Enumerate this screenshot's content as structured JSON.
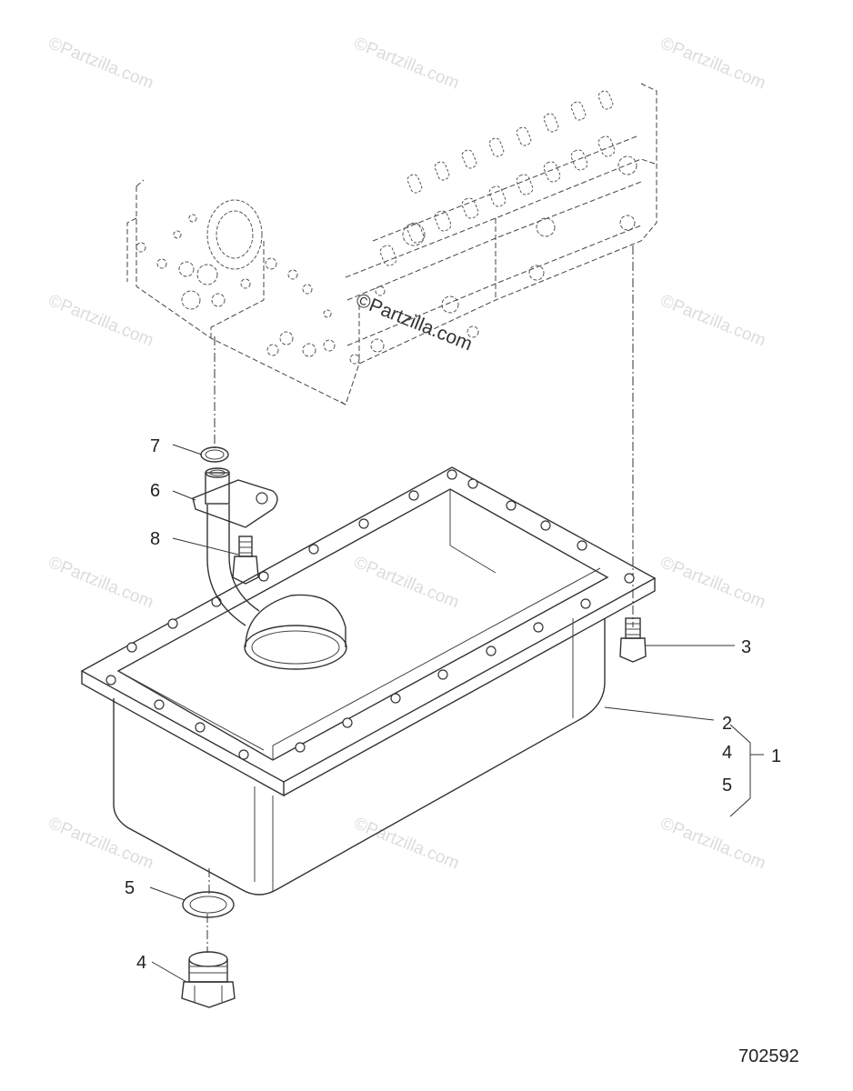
{
  "watermark": {
    "text": "©Partzilla.com",
    "center_text": "©Partzilla.com"
  },
  "callouts": {
    "c1": "1",
    "c2": "2",
    "c3": "3",
    "c4a": "4",
    "c4b": "4",
    "c5a": "5",
    "c5b": "5",
    "c6": "6",
    "c7": "7",
    "c8": "8"
  },
  "reference_number": "702592"
}
